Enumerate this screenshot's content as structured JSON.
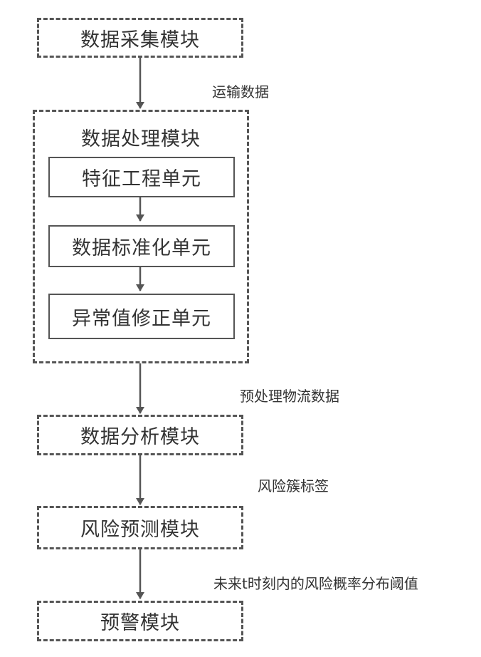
{
  "modules": {
    "collection": "数据采集模块",
    "processing": "数据处理模块",
    "analysis": "数据分析模块",
    "prediction": "风险预测模块",
    "warning": "预警模块"
  },
  "units": {
    "feature_engineering": "特征工程单元",
    "standardization": "数据标准化单元",
    "outlier_correction": "异常值修正单元"
  },
  "edge_labels": {
    "transport": "运输数据",
    "preprocessed": "预处理物流数据",
    "risk_cluster": "风险簇标签",
    "probability": "未来t时刻内的风险概率分布阈值"
  }
}
